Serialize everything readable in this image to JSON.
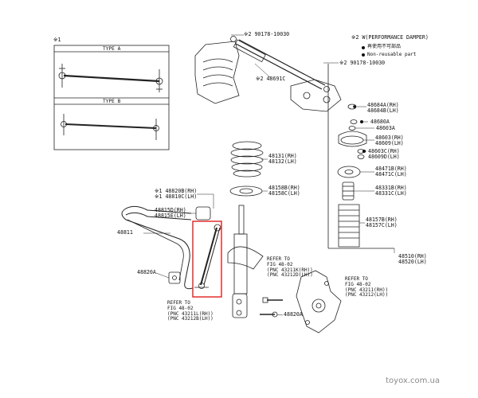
{
  "note_star1": "※1",
  "note_star2": "※2 W(PERFORMANCE DAMPER)",
  "legend": {
    "reusable": "再使用不可部品",
    "nonreusable": "Non-reusable part"
  },
  "type_a": "TYPE A",
  "type_b": "TYPE B",
  "parts": {
    "p_90178_top": "※2 90178-10030",
    "p_48691C": "※2 48691C",
    "p_90178_right": "※2 90178-10030",
    "p_48684": "48684A(RH)\n48684B(LH)",
    "p_48680A": "48680A",
    "p_48603A": "48603A",
    "p_48603": "48603(RH)\n48609(LH)",
    "p_48603C": "48603C(RH)\n48609D(LH)",
    "p_48471": "48471B(RH)\n48471C(LH)",
    "p_48131": "48131(RH)\n48132(LH)",
    "p_48158": "48158B(RH)\n48158C(LH)",
    "p_48331": "48331B(RH)\n48331C(LH)",
    "p_48157": "48157B(RH)\n48157C(LH)",
    "p_48820B": "※1 48820B(RH)\n※1 48810C(LH)",
    "p_48815": "48815D(RH)\n48815E(LH)",
    "p_48811": "48811",
    "p_48510": "48510(RH)\n48520(LH)",
    "p_48820A_left": "48820A",
    "p_48820A_bottom": "48820A",
    "ref_fig_a": "REFER TO\nFIG 48-02\n(PNC 43211K(RH))\n(PNC 43212D(LH))",
    "ref_fig_b": "REFER TO\nFIG 48-02\n(PNC 43211(RH))\n(PNC 43212(LH))",
    "ref_fig_c": "REFER TO\nFIG 48-02\n(PNC 43211L(RH))\n(PNC 43212B(LH))"
  },
  "watermark": "toyox.com.ua",
  "colors": {
    "line": "#222222",
    "highlight": "#e02020",
    "watermark": "#8a8a8a"
  }
}
